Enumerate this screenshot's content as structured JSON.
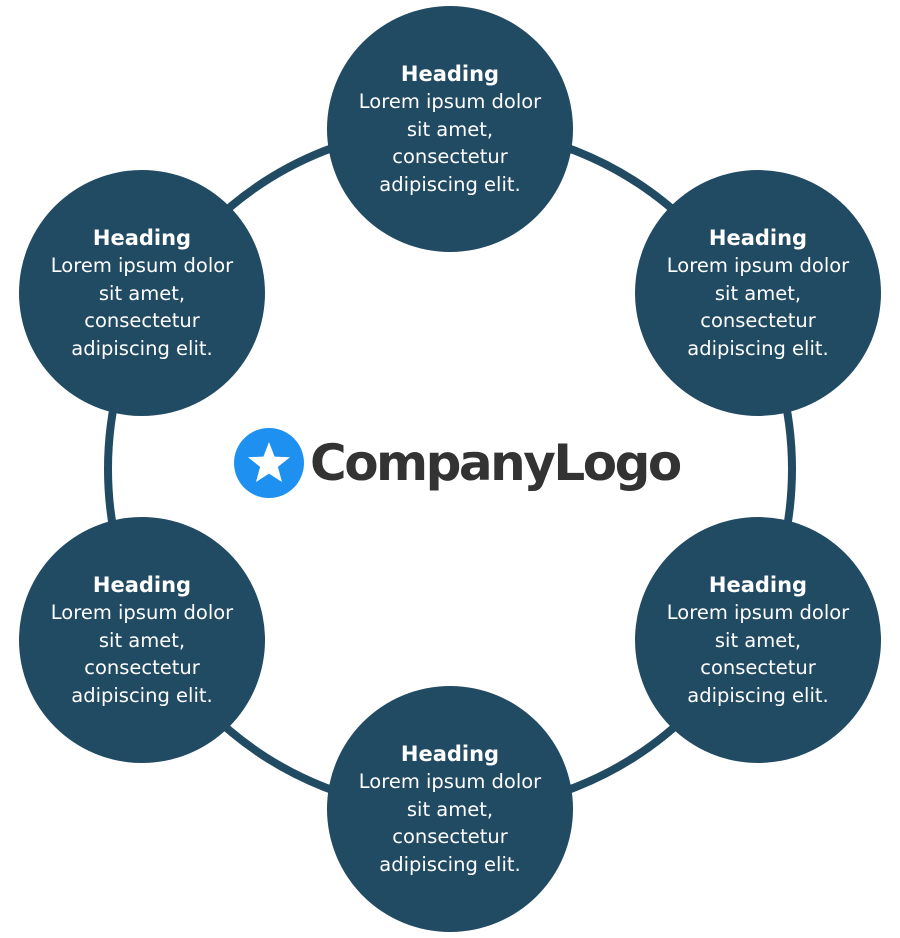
{
  "logo": {
    "icon": "star-icon",
    "text": "CompanyLogo",
    "badge_color": "#1e90f0",
    "text_color": "#333333"
  },
  "colors": {
    "node_fill": "#214a63",
    "ring_stroke": "#214a63"
  },
  "nodes": [
    {
      "heading": "Heading",
      "body": "Lorem ipsum dolor sit amet, consectetur adipiscing elit."
    },
    {
      "heading": "Heading",
      "body": "Lorem ipsum dolor sit amet, consectetur adipiscing elit."
    },
    {
      "heading": "Heading",
      "body": "Lorem ipsum dolor sit amet, consectetur adipiscing elit."
    },
    {
      "heading": "Heading",
      "body": "Lorem ipsum dolor sit amet, consectetur adipiscing elit."
    },
    {
      "heading": "Heading",
      "body": "Lorem ipsum dolor sit amet, consectetur adipiscing elit."
    },
    {
      "heading": "Heading",
      "body": "Lorem ipsum dolor sit amet, consectetur adipiscing elit."
    }
  ]
}
